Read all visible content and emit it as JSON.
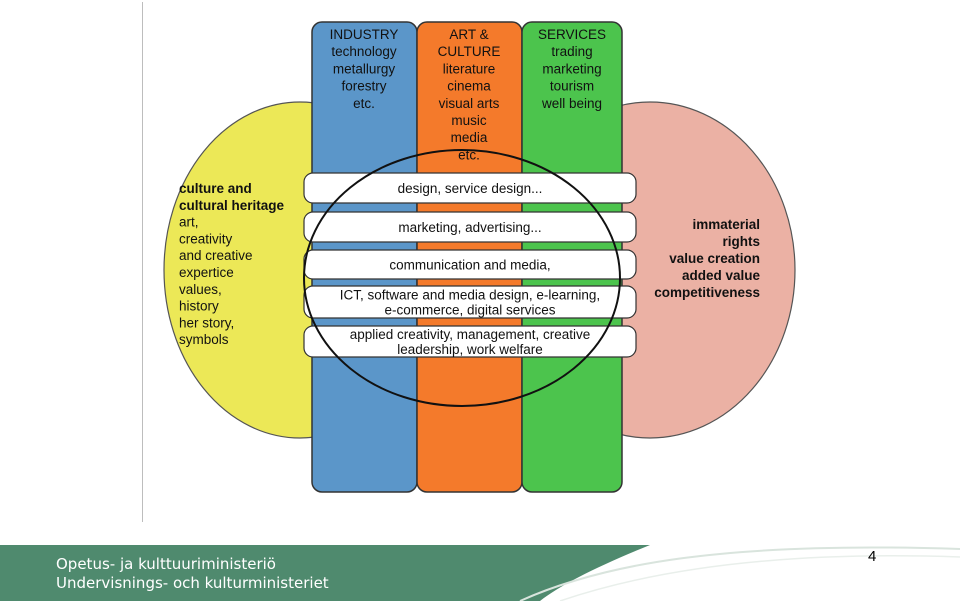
{
  "columns": [
    {
      "lines": [
        "INDUSTRY",
        "technology",
        "metallurgy",
        "forestry",
        "etc."
      ],
      "color": "#5b96c9"
    },
    {
      "lines": [
        "ART &",
        "CULTURE",
        "literature",
        "cinema",
        "visual arts",
        "music",
        "media",
        "etc."
      ],
      "color": "#f47a2b"
    },
    {
      "lines": [
        "SERVICES",
        "trading",
        "marketing",
        "tourism",
        "well being"
      ],
      "color": "#4cc44d"
    }
  ],
  "left_oval": {
    "bold_lines": [
      "culture and",
      "cultural heritage"
    ],
    "lines": [
      "art,",
      "creativity",
      "and creative",
      "expertice",
      "values,",
      "history",
      "her story,",
      "symbols"
    ],
    "color": "#ece857"
  },
  "right_oval": {
    "lines": [
      "immaterial",
      "rights",
      "value creation",
      "added value",
      "competitiveness"
    ],
    "color": "#ebb1a4"
  },
  "bands": [
    {
      "lines": [
        "design, service design..."
      ]
    },
    {
      "lines": [
        "marketing, advertising..."
      ]
    },
    {
      "lines": [
        "communication and media,"
      ]
    },
    {
      "lines": [
        "ICT, software and media design, e-learning,",
        "e-commerce, digital services"
      ]
    },
    {
      "lines": [
        "applied creativity, management, creative",
        "leadership, work welfare"
      ]
    }
  ],
  "footer": {
    "line1": "Opetus- ja kulttuuriministeriö",
    "line2": "Undervisnings- och kulturministeriet",
    "color": "#4f8a6e"
  },
  "page_number": "4"
}
